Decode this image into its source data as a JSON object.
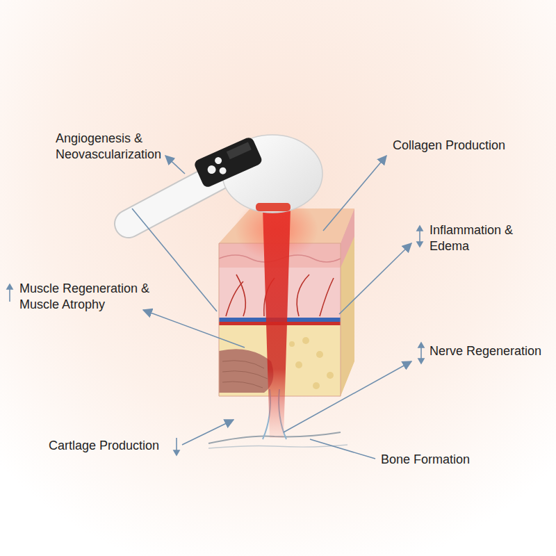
{
  "diagram": {
    "labels": [
      "Angiogenesis & Neovascularization",
      "Collagen Production",
      "Inflammation & Edema",
      "Muscle Regeneration & Muscle Atrophy",
      "Nerve Regeneration",
      "Cartlage Production",
      "Bone Formation"
    ]
  }
}
